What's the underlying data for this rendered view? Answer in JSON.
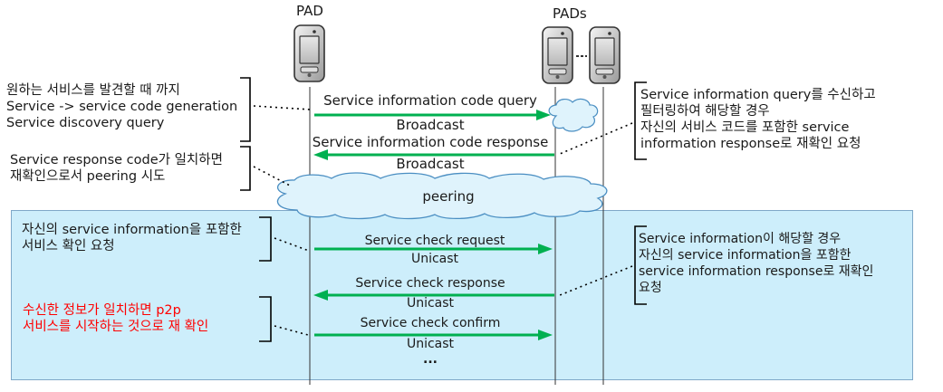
{
  "entities": {
    "left": "PAD",
    "right": "PADs"
  },
  "messages": [
    {
      "label": "Service information code query",
      "mode": "Broadcast",
      "direction": "right"
    },
    {
      "label": "Service information code response",
      "mode": "Broadcast",
      "direction": "left"
    },
    {
      "label": "Service check request",
      "mode": "Unicast",
      "direction": "right"
    },
    {
      "label": "Service check response",
      "mode": "Unicast",
      "direction": "left"
    },
    {
      "label": "Service check confirm",
      "mode": "Unicast",
      "direction": "right"
    }
  ],
  "peering_label": "peering",
  "ellipsis": "...",
  "notes": {
    "left_discovery": [
      "원하는 서비스를 발견할 때 까지",
      "Service -> service code generation",
      "Service discovery query"
    ],
    "left_response": [
      "Service response code가 일치하면",
      "재확인으로서 peering 시도"
    ],
    "left_request": [
      "자신의 service information을 포함한",
      "서비스 확인 요청"
    ],
    "left_confirm": [
      "수신한 정보가 일치하면 p2p",
      "서비스를 시작하는 것으로 재 확인"
    ],
    "right_query": [
      "Service information query를 수신하고",
      "필터링하여 해당할 경우",
      "자신의 서비스 코드를 포함한 service",
      "information response로 재확인 요청"
    ],
    "right_response": [
      "Service information이 해당할 경우",
      "자신의 service information을 포함한",
      "service information response로 재확인",
      "요청"
    ]
  },
  "colors": {
    "arrow": "#00b050",
    "panel_fill": "#cdeefb",
    "panel_border": "#7fa8c8",
    "cloud_fill": "#dff3fc",
    "cloud_stroke": "#4a8ec2",
    "highlight_text": "#ff0000"
  },
  "icons": [
    "pda-device-icon",
    "cloud-icon"
  ]
}
